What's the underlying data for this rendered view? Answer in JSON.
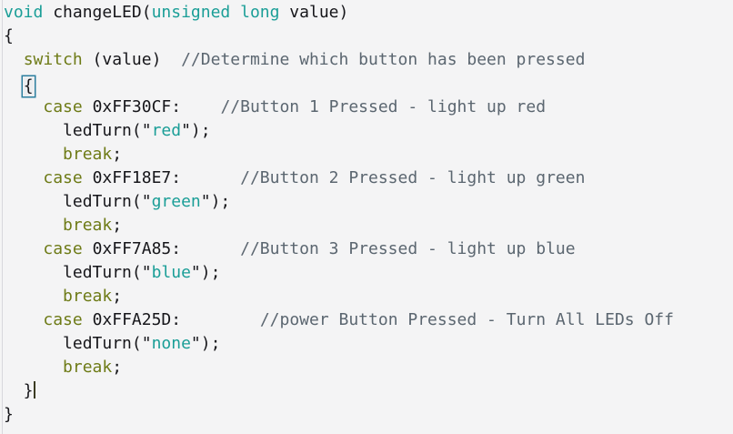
{
  "editor": {
    "name": "code-editor-pane",
    "language": "cpp",
    "background_color": "#f4f4f5",
    "gutter_rule_color": "#d8d8dc",
    "colors": {
      "type_keyword": "#1a9e97",
      "control_keyword": "#6e7b17",
      "string_literal": "#1a9e97",
      "comment": "#5b6670",
      "plain_text": "#16161a",
      "brace_match_outline": "#2b7e9e",
      "caret": "#3b3b22"
    }
  },
  "code": {
    "lines": [
      {
        "n": 1,
        "tokens": [
          {
            "t": "type",
            "v": "void"
          },
          {
            "t": "plain",
            "v": " changeLED("
          },
          {
            "t": "type",
            "v": "unsigned long"
          },
          {
            "t": "plain",
            "v": " value)"
          }
        ]
      },
      {
        "n": 2,
        "tokens": [
          {
            "t": "plain",
            "v": "{"
          }
        ]
      },
      {
        "n": 3,
        "tokens": [
          {
            "t": "plain",
            "v": "  "
          },
          {
            "t": "kw",
            "v": "switch"
          },
          {
            "t": "plain",
            "v": " (value)  "
          },
          {
            "t": "comment",
            "v": "//Determine which button has been pressed"
          }
        ]
      },
      {
        "n": 4,
        "tokens": [
          {
            "t": "plain",
            "v": "  "
          },
          {
            "t": "brace",
            "v": "{"
          }
        ]
      },
      {
        "n": 5,
        "tokens": [
          {
            "t": "plain",
            "v": "    "
          },
          {
            "t": "kw",
            "v": "case"
          },
          {
            "t": "plain",
            "v": " "
          },
          {
            "t": "number",
            "v": "0xFF30CF"
          },
          {
            "t": "plain",
            "v": ":    "
          },
          {
            "t": "comment",
            "v": "//Button 1 Pressed - light up red"
          }
        ]
      },
      {
        "n": 6,
        "tokens": [
          {
            "t": "plain",
            "v": "      ledTurn("
          },
          {
            "t": "quote",
            "v": "\""
          },
          {
            "t": "string",
            "v": "red"
          },
          {
            "t": "quote",
            "v": "\""
          },
          {
            "t": "plain",
            "v": ");"
          }
        ]
      },
      {
        "n": 7,
        "tokens": [
          {
            "t": "plain",
            "v": "      "
          },
          {
            "t": "kw",
            "v": "break"
          },
          {
            "t": "plain",
            "v": ";"
          }
        ]
      },
      {
        "n": 8,
        "tokens": [
          {
            "t": "plain",
            "v": "    "
          },
          {
            "t": "kw",
            "v": "case"
          },
          {
            "t": "plain",
            "v": " "
          },
          {
            "t": "number",
            "v": "0xFF18E7"
          },
          {
            "t": "plain",
            "v": ":      "
          },
          {
            "t": "comment",
            "v": "//Button 2 Pressed - light up green"
          }
        ]
      },
      {
        "n": 9,
        "tokens": [
          {
            "t": "plain",
            "v": "      ledTurn("
          },
          {
            "t": "quote",
            "v": "\""
          },
          {
            "t": "string",
            "v": "green"
          },
          {
            "t": "quote",
            "v": "\""
          },
          {
            "t": "plain",
            "v": ");"
          }
        ]
      },
      {
        "n": 10,
        "tokens": [
          {
            "t": "plain",
            "v": "      "
          },
          {
            "t": "kw",
            "v": "break"
          },
          {
            "t": "plain",
            "v": ";"
          }
        ]
      },
      {
        "n": 11,
        "tokens": [
          {
            "t": "plain",
            "v": "    "
          },
          {
            "t": "kw",
            "v": "case"
          },
          {
            "t": "plain",
            "v": " "
          },
          {
            "t": "number",
            "v": "0xFF7A85"
          },
          {
            "t": "plain",
            "v": ":      "
          },
          {
            "t": "comment",
            "v": "//Button 3 Pressed - light up blue"
          }
        ]
      },
      {
        "n": 12,
        "tokens": [
          {
            "t": "plain",
            "v": "      ledTurn("
          },
          {
            "t": "quote",
            "v": "\""
          },
          {
            "t": "string",
            "v": "blue"
          },
          {
            "t": "quote",
            "v": "\""
          },
          {
            "t": "plain",
            "v": ");"
          }
        ]
      },
      {
        "n": 13,
        "tokens": [
          {
            "t": "plain",
            "v": "      "
          },
          {
            "t": "kw",
            "v": "break"
          },
          {
            "t": "plain",
            "v": ";"
          }
        ]
      },
      {
        "n": 14,
        "tokens": [
          {
            "t": "plain",
            "v": "    "
          },
          {
            "t": "kw",
            "v": "case"
          },
          {
            "t": "plain",
            "v": " "
          },
          {
            "t": "number",
            "v": "0xFFA25D"
          },
          {
            "t": "plain",
            "v": ":        "
          },
          {
            "t": "comment",
            "v": "//power Button Pressed - Turn All LEDs Off"
          }
        ]
      },
      {
        "n": 15,
        "tokens": [
          {
            "t": "plain",
            "v": "      ledTurn("
          },
          {
            "t": "quote",
            "v": "\""
          },
          {
            "t": "string",
            "v": "none"
          },
          {
            "t": "quote",
            "v": "\""
          },
          {
            "t": "plain",
            "v": ");"
          }
        ]
      },
      {
        "n": 16,
        "tokens": [
          {
            "t": "plain",
            "v": "      "
          },
          {
            "t": "kw",
            "v": "break"
          },
          {
            "t": "plain",
            "v": ";"
          }
        ]
      },
      {
        "n": 17,
        "tokens": [
          {
            "t": "plain",
            "v": "  }"
          },
          {
            "t": "caret",
            "v": ""
          }
        ]
      },
      {
        "n": 18,
        "tokens": [
          {
            "t": "plain",
            "v": "}"
          }
        ]
      }
    ]
  }
}
